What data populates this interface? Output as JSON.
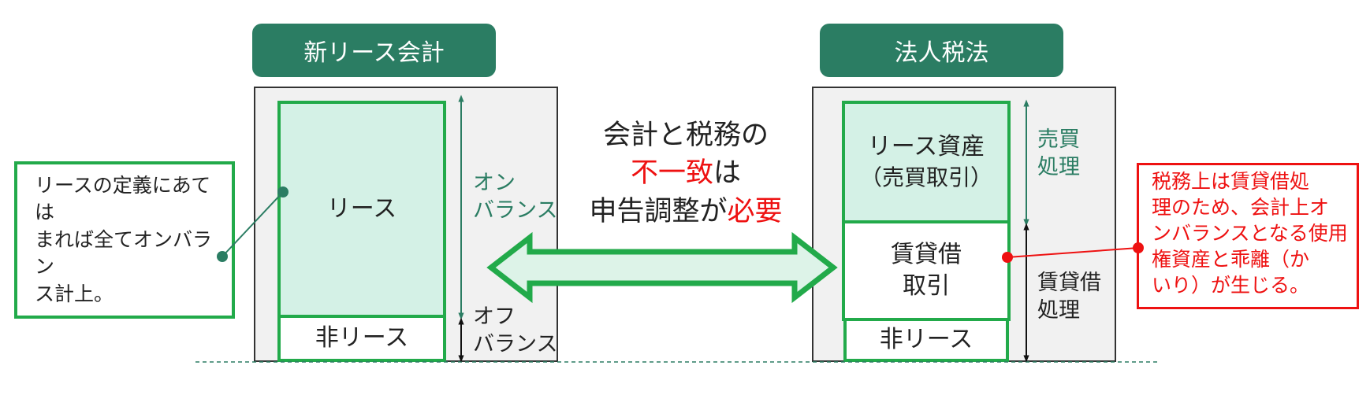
{
  "left": {
    "header": "新リース会計",
    "lease_box": "リース",
    "non_lease_box": "非リース",
    "on_balance": [
      "オン",
      "バランス"
    ],
    "off_balance": [
      "オフ",
      "バランス"
    ]
  },
  "right": {
    "header": "法人税法",
    "lease_asset_box": [
      "リース資産",
      "（売買取引）"
    ],
    "rental_box": [
      "賃貸借",
      "取引"
    ],
    "non_lease_box": "非リース",
    "sale_label": [
      "売買",
      "処理"
    ],
    "rental_label": [
      "賃貸借",
      "処理"
    ]
  },
  "center": {
    "line1": "会計と税務の",
    "line2_red": "不一致",
    "line2_black": "は",
    "line3_black": "申告調整が",
    "line3_red": "必要"
  },
  "callout_left": {
    "lines": [
      "リースの定義にあては",
      "まれば全てオンバラン",
      "ス計上。"
    ]
  },
  "callout_right": {
    "lines": [
      "税務上は賃貸借処",
      "理のため、会計上オ",
      "ンバランスとなる使用",
      "権資産と乖離（か",
      "いり）が生じる。"
    ]
  },
  "colors": {
    "header_bg": "#2b7d63",
    "box_border": "#22aa4a",
    "mint_fill": "#d4f1e6",
    "panel_fill": "#f1f1f1",
    "alert_red": "#ee1111"
  }
}
